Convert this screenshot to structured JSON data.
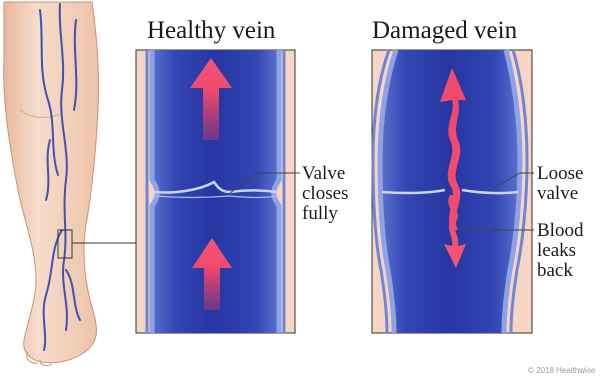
{
  "healthy_panel": {
    "title": "Healthy vein",
    "label_lines": [
      "Valve",
      "closes",
      "fully"
    ]
  },
  "damaged_panel": {
    "title": "Damaged vein",
    "valve_label_lines": [
      "Loose",
      "valve"
    ],
    "leak_label_lines": [
      "Blood",
      "leaks",
      "back"
    ]
  },
  "credit": "© 2018 Healthwise",
  "colors": {
    "skin": "#f3d2bc",
    "skin_shadow": "#d9a98c",
    "panel_bg": "#f6d6c2",
    "vein_wall": "#6f86d8",
    "vein_light": "#8ea2e4",
    "vein_dark": "#2a3a9c",
    "valve_line": "#c9d4f6",
    "flow_arrow": "#f0486a",
    "leader_line": "#444444",
    "thin_veins": "#3d53b0"
  },
  "icons": {
    "leg": "leg-illustration-icon",
    "healthy_up_arrow": "arrow-up-icon",
    "damaged_wavy_arrow": "wavy-arrow-icon"
  }
}
